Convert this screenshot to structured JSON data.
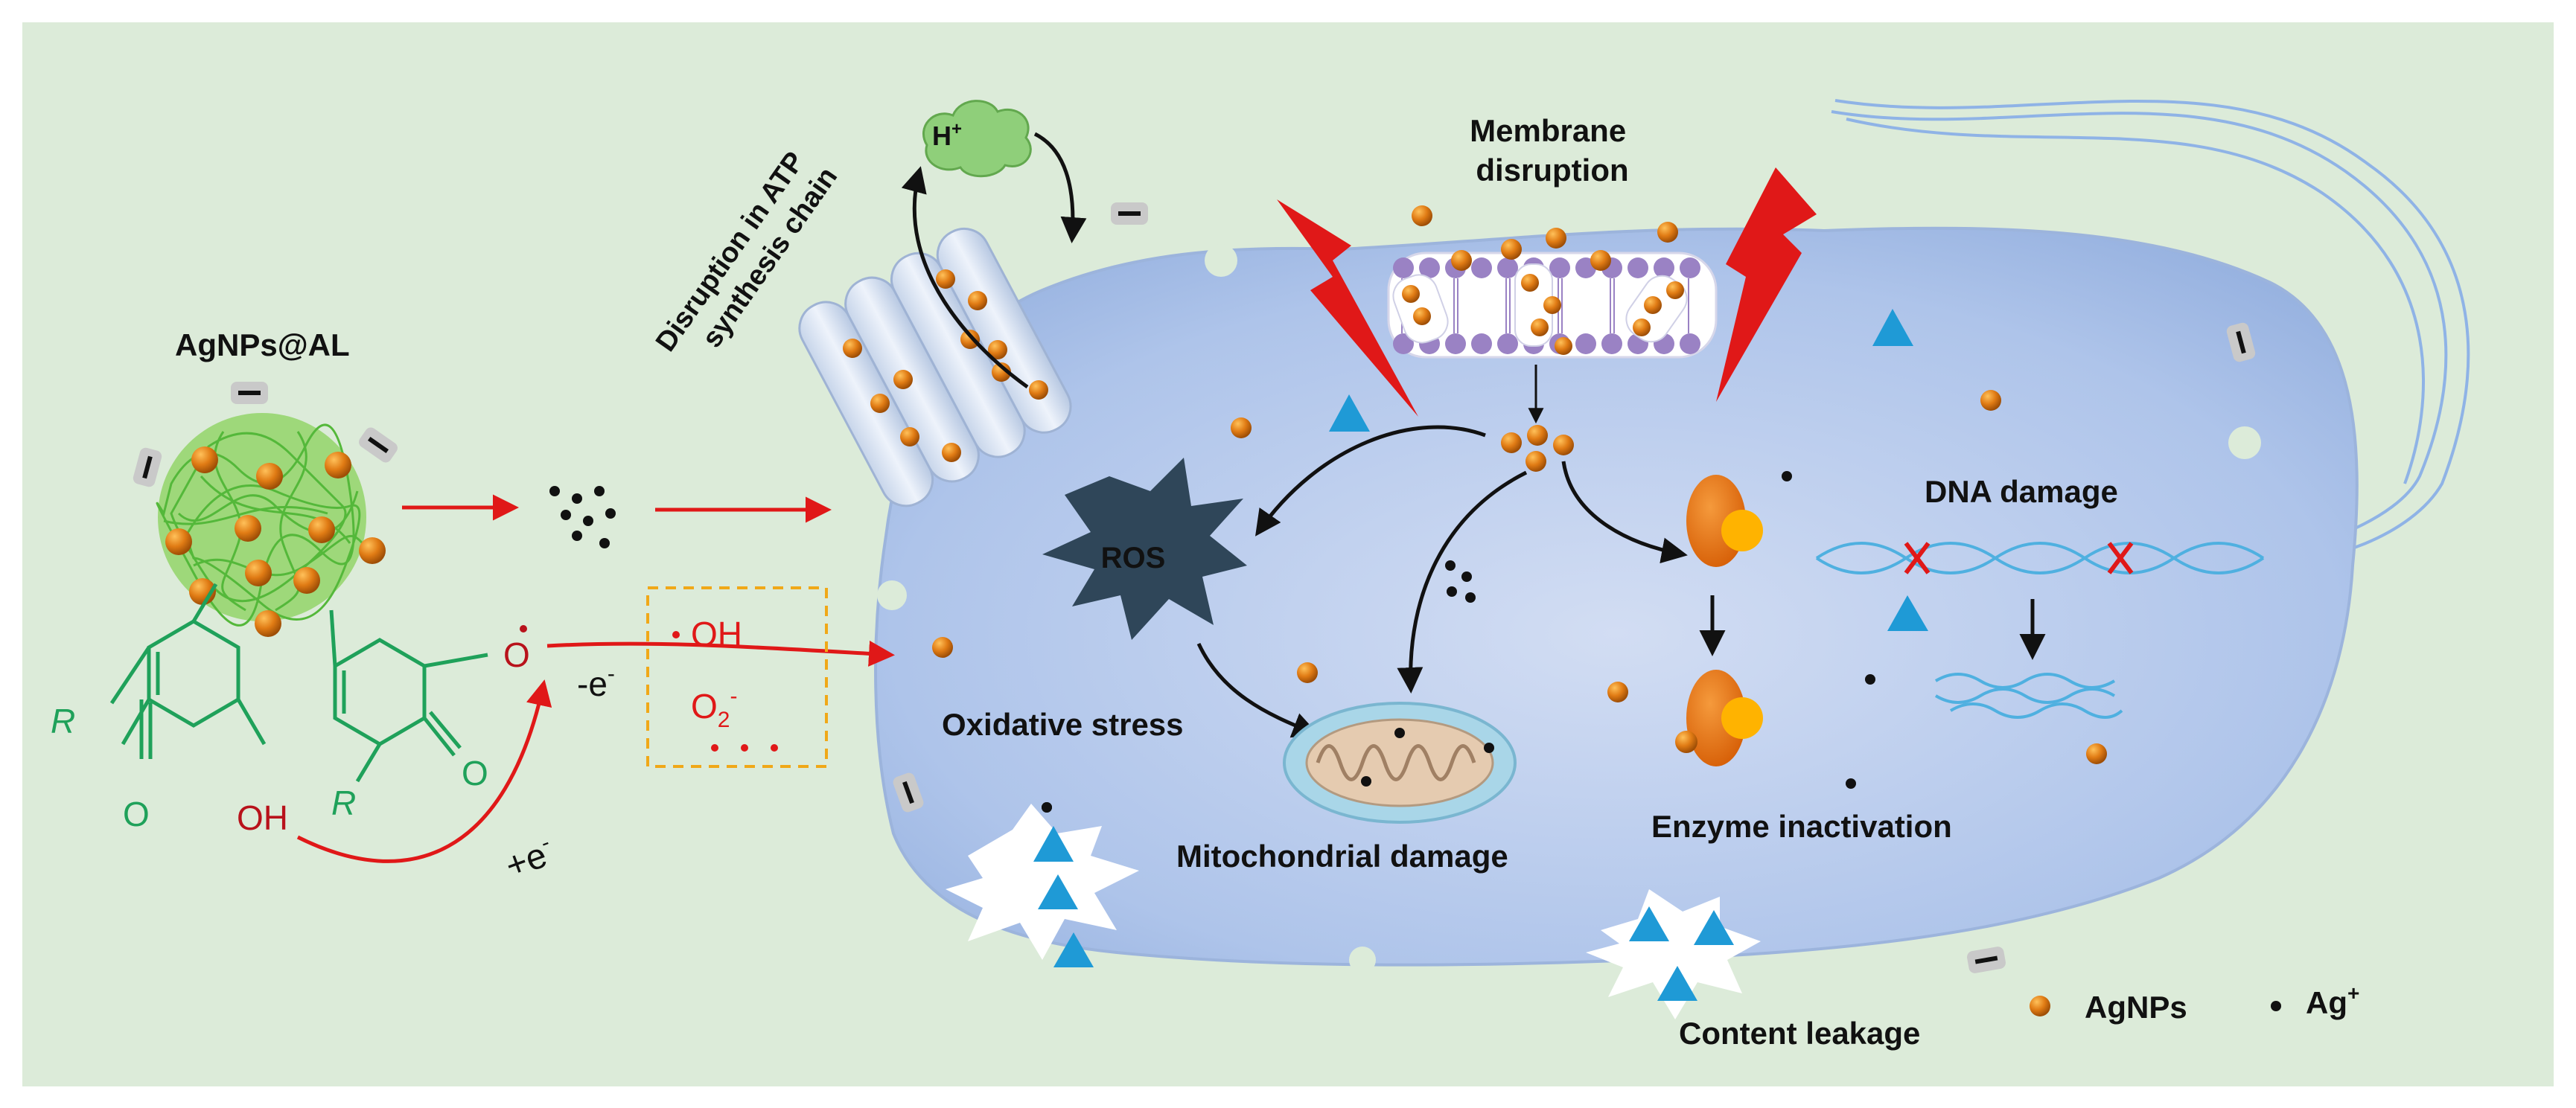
{
  "labels": {
    "agnps_al": "AgNPs@AL",
    "atp_line1": "Disruption in ATP",
    "atp_line2": "synthesis chain",
    "h_plus": "H",
    "h_plus_sup": "+",
    "membrane_line1": "Membrane",
    "membrane_line2": "disruption",
    "ros": "ROS",
    "oxidative_stress": "Oxidative stress",
    "mitochondrial_damage": "Mitochondrial damage",
    "enzyme_inactivation": "Enzyme inactivation",
    "dna_damage": "DNA damage",
    "content_leakage": "Content leakage"
  },
  "chemistry": {
    "r_group": "R",
    "hydroxyl": "OH",
    "ketone_o": "O",
    "radical_o": "O",
    "minus_e": "-e",
    "minus_e_sup": "-",
    "plus_e": "+e",
    "plus_e_sup": "-",
    "hydroxyl_radical": "OH",
    "superoxide_base": "O",
    "superoxide_sub": "2",
    "superoxide_sup": "-"
  },
  "legend": {
    "agnps": "AgNPs",
    "ag_ion": "Ag",
    "ag_ion_sup": "+"
  },
  "colors": {
    "background": "#dcebd9",
    "cell_fill": "#b3c9ec",
    "nanoparticle": "#e07b14",
    "ag_ion": "#111111",
    "triangle": "#1f9ad6",
    "arrow_red": "#e01818",
    "ligand_green": "#1fa15a",
    "ros": "#2f4659",
    "enzyme": "#e8700f",
    "lightning": "#e01818",
    "phospholipid": "#9a82c4"
  }
}
